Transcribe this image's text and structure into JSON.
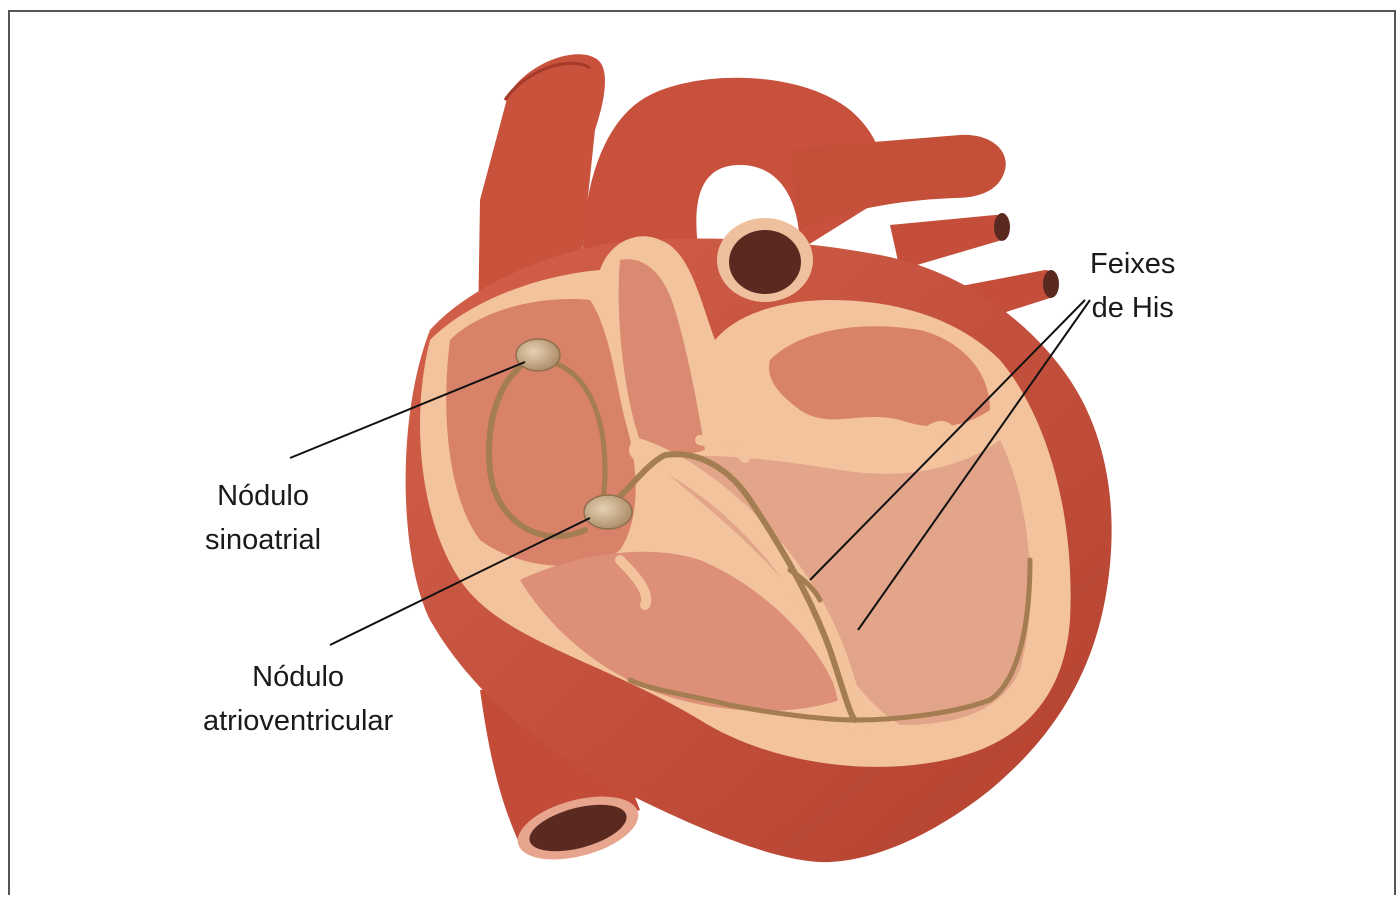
{
  "labels": {
    "sa_node": {
      "line1": "Nódulo",
      "line2": "sinoatrial"
    },
    "av_node": {
      "line1": "Nódulo",
      "line2": "atrioventricular"
    },
    "his_bundles": {
      "line1": "Feixes",
      "line2": "de His"
    }
  },
  "colors": {
    "muscle": "#c4513d",
    "muscle_dark": "#a63a2a",
    "chamber_wall": "#f3c7a0",
    "chamber_fill": "#d8826a",
    "chamber_fill_light": "#e3a58a",
    "vessel_lumen": "#5a2a20",
    "conduction": "#a57d52",
    "node": "#b39472"
  }
}
